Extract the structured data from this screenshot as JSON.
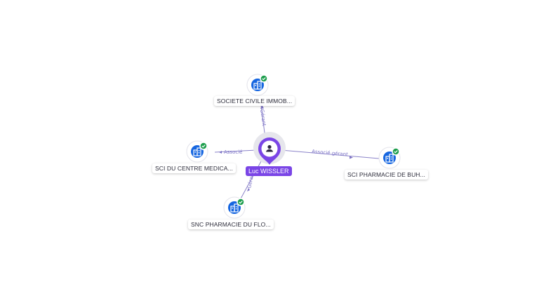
{
  "colors": {
    "company_node": "#1565e0",
    "person_node": "#7a45e6",
    "verified_badge": "#1e9e4d",
    "edge": "#8b83c9"
  },
  "person": {
    "name": "Luc WISSLER",
    "icon": "person-icon"
  },
  "companies": [
    {
      "id": "top",
      "label": "SOCIETE CIVILE IMMOB...",
      "icon": "building-icon",
      "verified": true
    },
    {
      "id": "left",
      "label": "SCI DU CENTRE MEDICA...",
      "icon": "building-icon",
      "verified": true
    },
    {
      "id": "right",
      "label": "SCI PHARMACIE DE BUH...",
      "icon": "building-icon",
      "verified": true
    },
    {
      "id": "bottom",
      "label": "SNC PHARMACIE DU FLO...",
      "icon": "building-icon",
      "verified": true
    }
  ],
  "relations": [
    {
      "to": "top",
      "label": "Gérant"
    },
    {
      "to": "left",
      "label": "Associé"
    },
    {
      "to": "right",
      "label": "Associé gérant"
    },
    {
      "to": "bottom",
      "label": "Gérant"
    }
  ]
}
